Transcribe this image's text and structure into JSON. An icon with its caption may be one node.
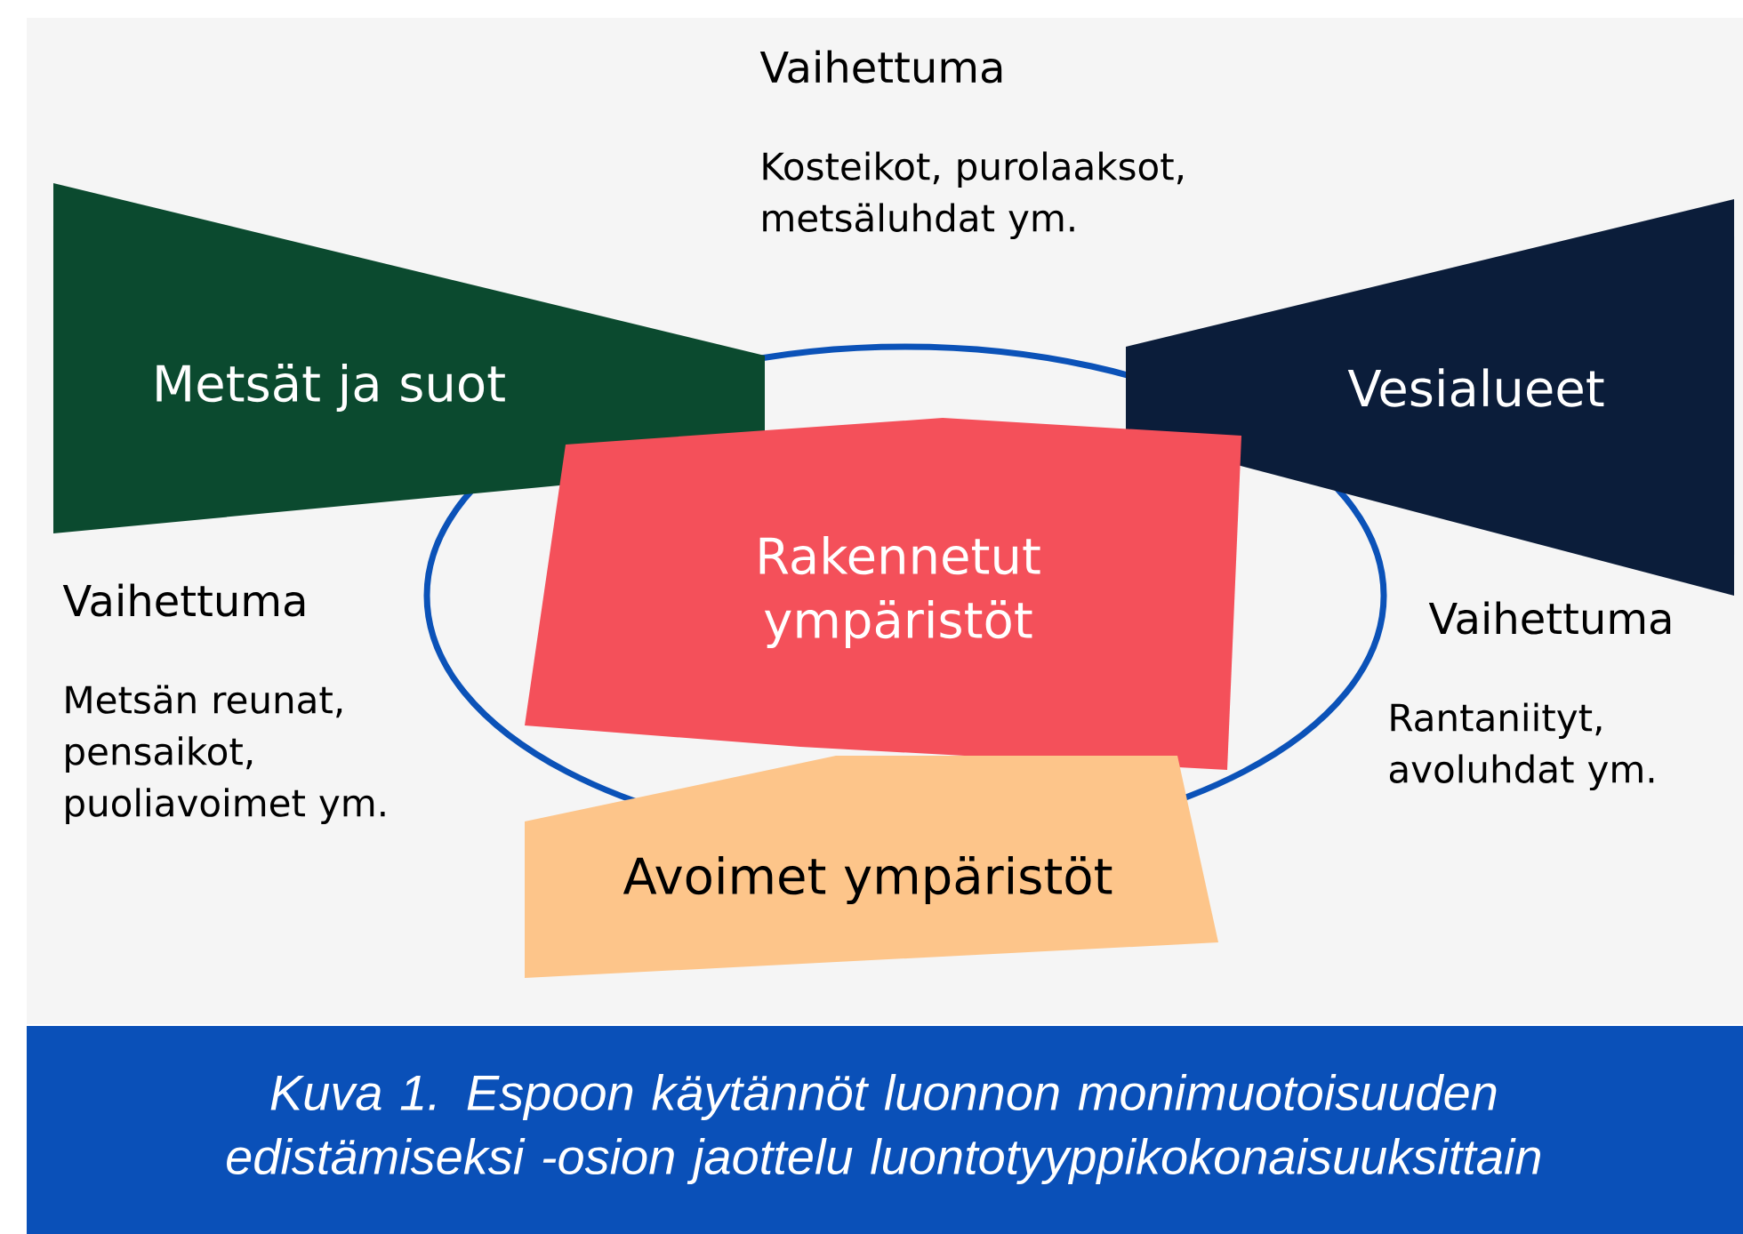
{
  "diagram": {
    "caption": "Kuva 1. Espoon käytännöt luonnon monimuotoisuuden edistämiseksi -osion jaottelu luontotyyppikokonaisuuksittain",
    "nodes": [
      {
        "text": [
          "Metsät ja suot"
        ]
      },
      {
        "text": [
          "Vesialueet"
        ]
      },
      {
        "text": [
          "Rakennetut ympäristöt"
        ]
      },
      {
        "text": [
          "Avoimet ympäristöt"
        ]
      }
    ],
    "labels": [
      "Vaihettuma",
      "Kosteikot, purolaaksot, metsäluhdat ym.",
      "Vaihettuma",
      "Metsän reunat, pensaikot, puoliavoimet ym.",
      "Vaihettuma",
      "Rantaniityt, avoluhdat ym."
    ]
  }
}
